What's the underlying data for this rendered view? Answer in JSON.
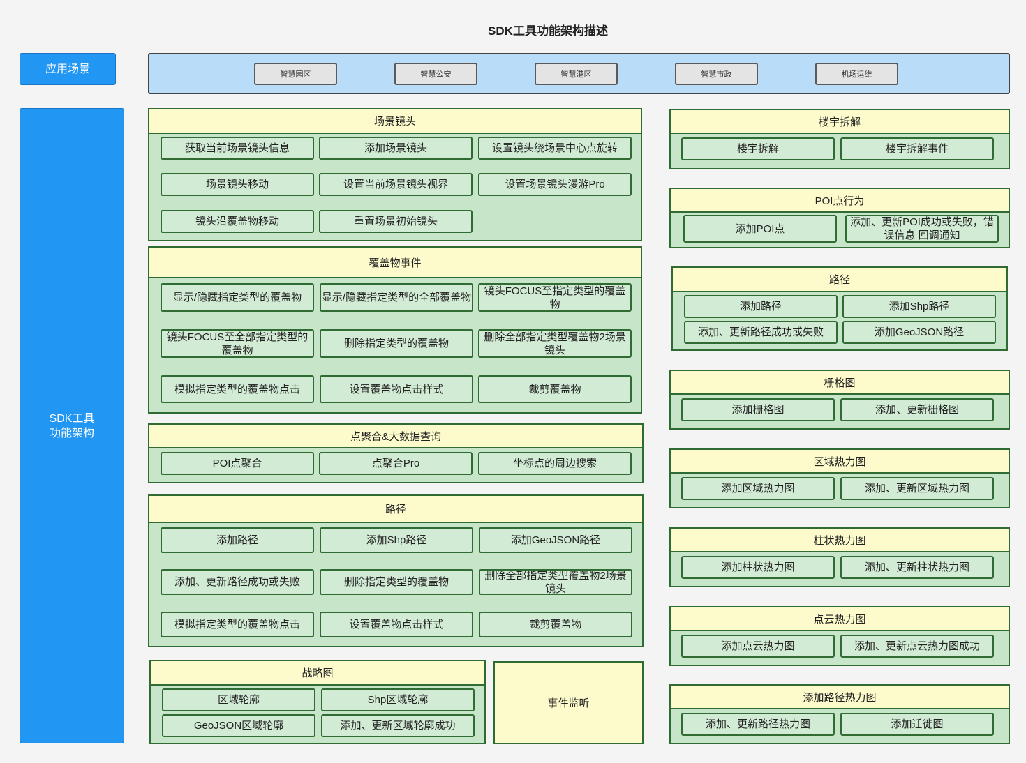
{
  "title": "SDK工具功能架构描述",
  "side": {
    "app": "应用场景",
    "sdk": "SDK工具\n功能架构"
  },
  "scenes": [
    "智慧园区",
    "智慧公安",
    "智慧港区",
    "智慧市政",
    "机场运维"
  ],
  "left": {
    "camera": {
      "title": "场景镜头",
      "items": [
        "获取当前场景镜头信息",
        "添加场景镜头",
        "设置镜头绕场景中心点旋转",
        "场景镜头移动",
        "设置当前场景镜头视界",
        "设置场景镜头漫游Pro",
        "镜头沿覆盖物移动",
        "重置场景初始镜头"
      ]
    },
    "overlay": {
      "title": "覆盖物事件",
      "items": [
        "显示/隐藏指定类型的覆盖物",
        "显示/隐藏指定类型的全部覆盖物",
        "镜头FOCUS至指定类型的覆盖物",
        "镜头FOCUS至全部指定类型的覆盖物",
        "删除指定类型的覆盖物",
        "删除全部指定类型覆盖物2场景镜头",
        "模拟指定类型的覆盖物点击",
        "设置覆盖物点击样式",
        "裁剪覆盖物"
      ]
    },
    "cluster": {
      "title": "点聚合&大数据查询",
      "items": [
        "POI点聚合",
        "点聚合Pro",
        "坐标点的周边搜索"
      ]
    },
    "path": {
      "title": "路径",
      "items": [
        "添加路径",
        "添加Shp路径",
        "添加GeoJSON路径",
        "添加、更新路径成功或失败",
        "删除指定类型的覆盖物",
        "删除全部指定类型覆盖物2场景镜头",
        "模拟指定类型的覆盖物点击",
        "设置覆盖物点击样式",
        "裁剪覆盖物"
      ]
    },
    "strategy": {
      "title": "战略图",
      "items": [
        "区域轮廓",
        "Shp区域轮廓",
        "GeoJSON区域轮廓",
        "添加、更新区域轮廓成功"
      ]
    },
    "event": "事件监听"
  },
  "right": {
    "building": {
      "title": "楼宇拆解",
      "items": [
        "楼宇拆解",
        "楼宇拆解事件"
      ]
    },
    "poi": {
      "title": "POI点行为",
      "items": [
        "添加POI点",
        "添加、更新POI成功或失败，错误信息 回调通知"
      ]
    },
    "path": {
      "title": "路径",
      "items": [
        "添加路径",
        "添加Shp路径",
        "添加、更新路径成功或失败",
        "添加GeoJSON路径"
      ]
    },
    "raster": {
      "title": "栅格图",
      "items": [
        "添加栅格图",
        "添加、更新栅格图"
      ]
    },
    "areaheat": {
      "title": "区域热力图",
      "items": [
        "添加区域热力图",
        "添加、更新区域热力图"
      ]
    },
    "columnheat": {
      "title": "柱状热力图",
      "items": [
        "添加柱状热力图",
        "添加、更新柱状热力图"
      ]
    },
    "cloudheat": {
      "title": "点云热力图",
      "items": [
        "添加点云热力图",
        "添加、更新点云热力图成功"
      ]
    },
    "pathheat": {
      "title": "添加路径热力图",
      "items": [
        "添加、更新路径热力图",
        "添加迁徙图"
      ]
    }
  }
}
